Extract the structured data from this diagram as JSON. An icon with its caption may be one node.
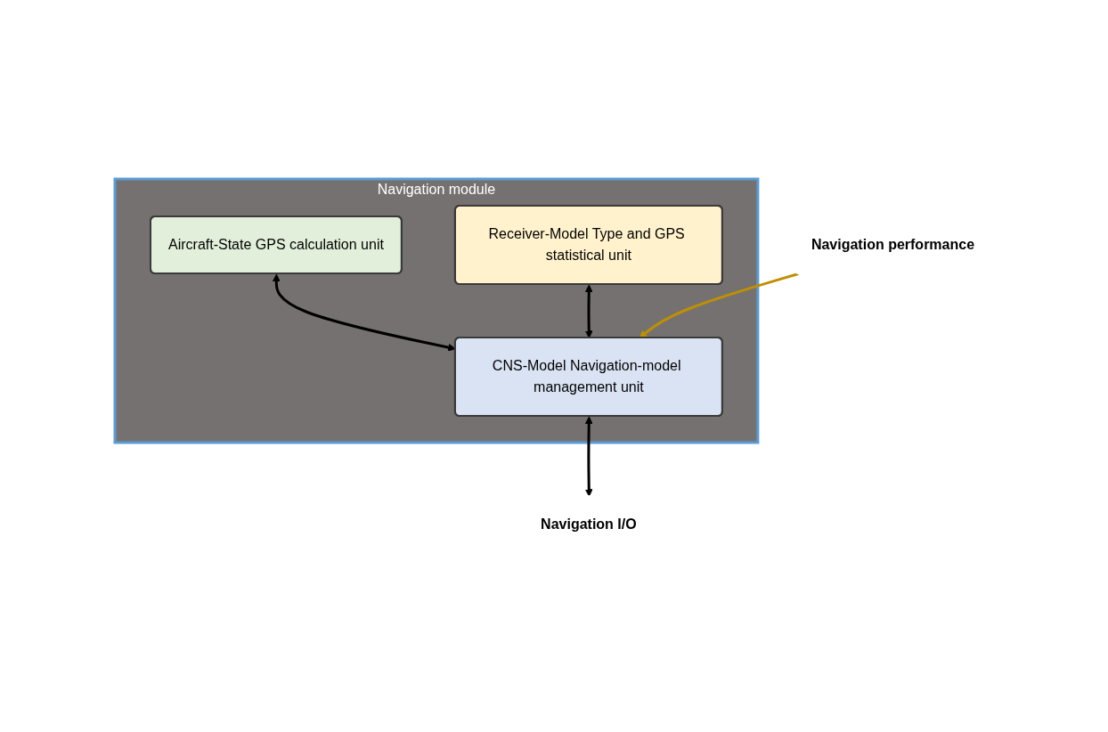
{
  "diagram": {
    "nodes": [
      {
        "text": [
          "Navigation module"
        ]
      },
      {
        "text": [
          "Aircraft-State GPS calculation unit"
        ],
        "in": 0
      },
      {
        "text": [
          "Receiver-Model Type and GPS statistical unit"
        ],
        "in": 0
      },
      {
        "text": [
          "CNS-Model Navigation-model management unit"
        ],
        "in": 0
      },
      {
        "text": [
          "Navigation performance"
        ]
      },
      {
        "text": [
          "Navigation I/O"
        ]
      }
    ],
    "edges": [
      {
        "from": 1,
        "to": 3,
        "arrow": "both"
      },
      {
        "from": 2,
        "to": 3,
        "arrow": "both"
      },
      {
        "from": 4,
        "to": 3,
        "arrow": "to",
        "color": "#bf9000"
      },
      {
        "from": 3,
        "to": 5,
        "arrow": "both"
      }
    ]
  }
}
